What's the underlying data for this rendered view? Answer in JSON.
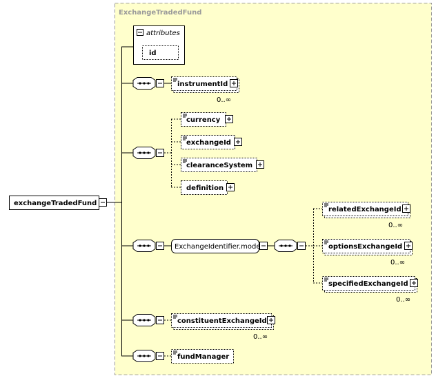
{
  "diagram": {
    "group_title": "ExchangeTradedFund",
    "root": {
      "label": "exchangeTradedFund"
    },
    "attributes": {
      "header": "attributes",
      "items": [
        "id"
      ]
    },
    "elements": {
      "instrumentId": {
        "label": "instrumentId",
        "cardinality": "0..∞"
      },
      "currency": {
        "label": "currency"
      },
      "exchangeId": {
        "label": "exchangeId"
      },
      "clearanceSystem": {
        "label": "clearanceSystem"
      },
      "definition": {
        "label": "definition"
      },
      "model": {
        "label": "ExchangeIdentifier.model"
      },
      "relatedExchangeId": {
        "label": "relatedExchangeId",
        "cardinality": "0..∞"
      },
      "optionsExchangeId": {
        "label": "optionsExchangeId",
        "cardinality": "0..∞"
      },
      "specifiedExchangeId": {
        "label": "specifiedExchangeId",
        "cardinality": "0..∞"
      },
      "constituentExchangeId": {
        "label": "constituentExchangeId",
        "cardinality": "0..∞"
      },
      "fundManager": {
        "label": "fundManager"
      }
    },
    "colors": {
      "group_fill": "#ffffcc",
      "border": "#000000",
      "dashed_group": "#999999"
    }
  }
}
